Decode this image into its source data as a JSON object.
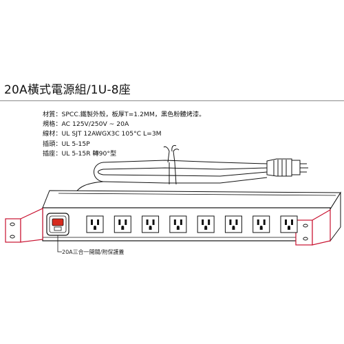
{
  "title": "20A橫式電源組/1U-8座",
  "specs": [
    "材質：SPCC.鐵製外殼，板厚T=1.2MM，黑色粉體烤漆。",
    "規格：AC 125V/250V ~ 20A",
    "線材：UL SJT 12AWGX3C 105°C L=3M",
    "插頭：UL 5-15P",
    "插座：UL 5-15R 轉90°型"
  ],
  "callout": "20A三合一開關/附保護蓋",
  "outlet_count": 8,
  "colors": {
    "bracket": "#c8102e",
    "switch": "#d62a1e",
    "line": "#111111"
  }
}
